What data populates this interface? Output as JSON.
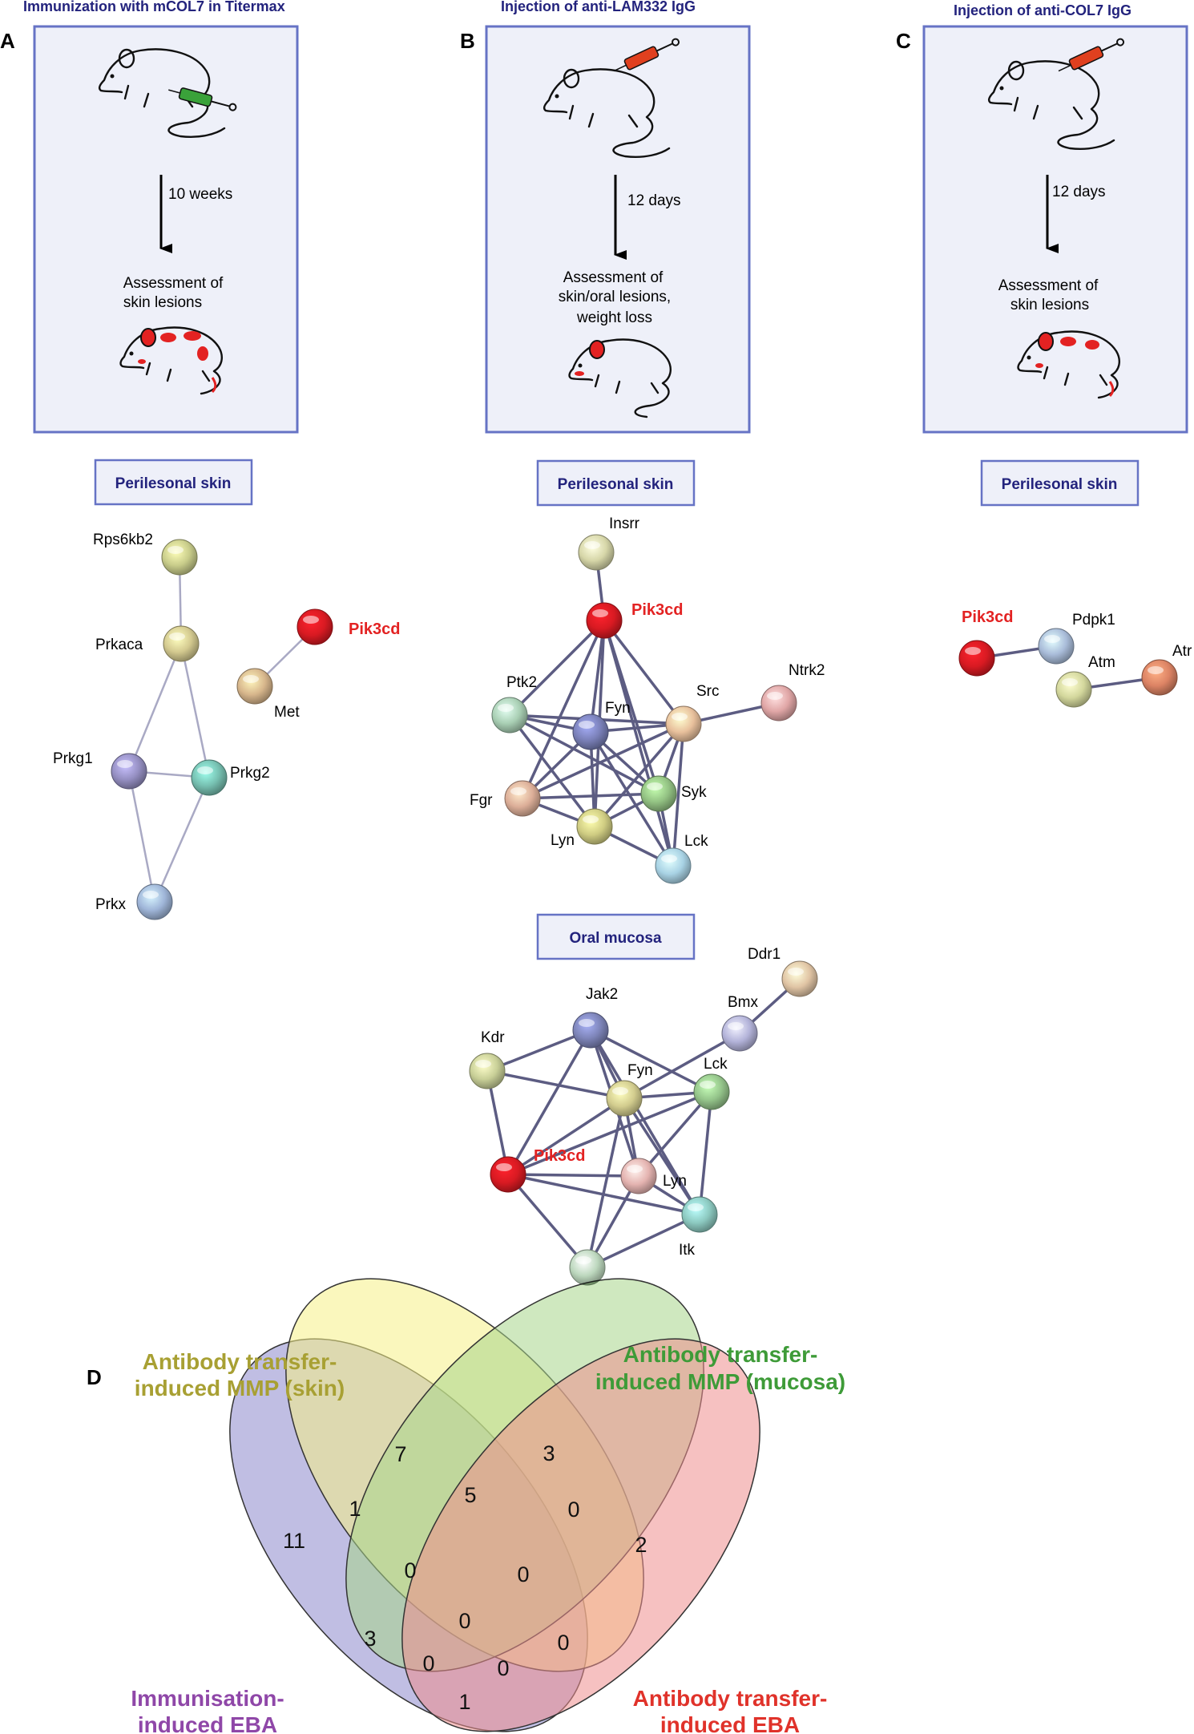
{
  "panels": [
    {
      "letter": "A",
      "title": "Immunization with mCOL7 in Titermax",
      "duration": "10 weeks",
      "assessment": [
        "Assessment of",
        "skin lesions"
      ],
      "tissue": "Perilesonal skin",
      "syringe_color": "#3aa23a"
    },
    {
      "letter": "B",
      "title": "Injection of anti-LAM332 IgG",
      "duration": "12 days",
      "assessment": [
        "Assessment of",
        "skin/oral lesions,",
        "weight loss"
      ],
      "tissue": "Perilesonal skin",
      "tissue2": "Oral mucosa",
      "syringe_color": "#e0401f"
    },
    {
      "letter": "C",
      "title": "Injection of anti-COL7 IgG",
      "duration": "12 days",
      "assessment": [
        "Assessment of",
        "skin lesions"
      ],
      "tissue": "Perilesonal skin",
      "syringe_color": "#e0401f"
    }
  ],
  "networks": {
    "A": {
      "nodes": [
        {
          "id": "Rps6kb2",
          "label": "Rps6kb2",
          "color": "#c8cc8a"
        },
        {
          "id": "Prkaca",
          "label": "Prkaca",
          "color": "#d3c98f"
        },
        {
          "id": "Pik3cd",
          "label": "Pik3cd",
          "color": "#d81a22",
          "highlight": true
        },
        {
          "id": "Met",
          "label": "Met",
          "color": "#d7b68c"
        },
        {
          "id": "Prkg1",
          "label": "Prkg1",
          "color": "#958fc2"
        },
        {
          "id": "Prkg2",
          "label": "Prkg2",
          "color": "#76bfb0"
        },
        {
          "id": "Prkx",
          "label": "Prkx",
          "color": "#9fb5d8"
        }
      ],
      "edges": [
        [
          "Rps6kb2",
          "Prkaca"
        ],
        [
          "Pik3cd",
          "Met"
        ],
        [
          "Prkaca",
          "Prkg1"
        ],
        [
          "Prkaca",
          "Prkg2"
        ],
        [
          "Prkg1",
          "Prkg2"
        ],
        [
          "Prkg1",
          "Prkx"
        ],
        [
          "Prkg2",
          "Prkx"
        ]
      ]
    },
    "B1": {
      "nodes": [
        {
          "id": "Insrr",
          "label": "Insrr",
          "color": "#d6d6a8"
        },
        {
          "id": "Pik3cd",
          "label": "Pik3cd",
          "color": "#d81a22",
          "highlight": true
        },
        {
          "id": "Ptk2",
          "label": "Ptk2",
          "color": "#a9cfb4"
        },
        {
          "id": "Fyn",
          "label": "Fyn",
          "color": "#7a80b8"
        },
        {
          "id": "Src",
          "label": "Src",
          "color": "#e8c09c"
        },
        {
          "id": "Ntrk2",
          "label": "Ntrk2",
          "color": "#e0a6a6"
        },
        {
          "id": "Fgr",
          "label": "Fgr",
          "color": "#dcae98"
        },
        {
          "id": "Syk",
          "label": "Syk",
          "color": "#93c283"
        },
        {
          "id": "Lyn",
          "label": "Lyn",
          "color": "#cfcc82"
        },
        {
          "id": "Lck",
          "label": "Lck",
          "color": "#a8d2e4"
        }
      ],
      "edges": [
        [
          "Insrr",
          "Pik3cd"
        ],
        [
          "Pik3cd",
          "Ptk2"
        ],
        [
          "Pik3cd",
          "Fyn"
        ],
        [
          "Pik3cd",
          "Src"
        ],
        [
          "Pik3cd",
          "Fgr"
        ],
        [
          "Pik3cd",
          "Syk"
        ],
        [
          "Pik3cd",
          "Lyn"
        ],
        [
          "Pik3cd",
          "Lck"
        ],
        [
          "Src",
          "Ntrk2"
        ],
        [
          "Ptk2",
          "Fyn"
        ],
        [
          "Ptk2",
          "Src"
        ],
        [
          "Ptk2",
          "Syk"
        ],
        [
          "Ptk2",
          "Lyn"
        ],
        [
          "Fyn",
          "Src"
        ],
        [
          "Fyn",
          "Fgr"
        ],
        [
          "Fyn",
          "Syk"
        ],
        [
          "Fyn",
          "Lyn"
        ],
        [
          "Fyn",
          "Lck"
        ],
        [
          "Src",
          "Fgr"
        ],
        [
          "Src",
          "Syk"
        ],
        [
          "Src",
          "Lyn"
        ],
        [
          "Src",
          "Lck"
        ],
        [
          "Fgr",
          "Syk"
        ],
        [
          "Fgr",
          "Lyn"
        ],
        [
          "Syk",
          "Lyn"
        ],
        [
          "Syk",
          "Lck"
        ],
        [
          "Lyn",
          "Lck"
        ]
      ]
    },
    "B2": {
      "nodes": [
        {
          "id": "Ddr1",
          "label": "Ddr1",
          "color": "#e0c4a4"
        },
        {
          "id": "Bmx",
          "label": "Bmx",
          "color": "#b3b3d9"
        },
        {
          "id": "Jak2",
          "label": "Jak2",
          "color": "#7d84b8"
        },
        {
          "id": "Kdr",
          "label": "Kdr",
          "color": "#c8cf97"
        },
        {
          "id": "Fyn",
          "label": "Fyn",
          "color": "#d2cc8e"
        },
        {
          "id": "Lck",
          "label": "Lck",
          "color": "#94c48a"
        },
        {
          "id": "Pik3cd",
          "label": "Pik3cd",
          "color": "#d81a22",
          "highlight": true
        },
        {
          "id": "Lyn",
          "label": "Lyn",
          "color": "#e4b3b0"
        },
        {
          "id": "Itk",
          "label": "Itk",
          "color": "#8cc9c0"
        },
        {
          "id": "n10",
          "label": "",
          "color": "#bcd7bd"
        }
      ],
      "edges": [
        [
          "Ddr1",
          "Bmx"
        ],
        [
          "Bmx",
          "Fyn"
        ],
        [
          "Jak2",
          "Kdr"
        ],
        [
          "Jak2",
          "Fyn"
        ],
        [
          "Jak2",
          "Lck"
        ],
        [
          "Jak2",
          "Pik3cd"
        ],
        [
          "Jak2",
          "Itk"
        ],
        [
          "Jak2",
          "Lyn"
        ],
        [
          "Kdr",
          "Fyn"
        ],
        [
          "Kdr",
          "Pik3cd"
        ],
        [
          "Fyn",
          "Lck"
        ],
        [
          "Fyn",
          "Pik3cd"
        ],
        [
          "Fyn",
          "Lyn"
        ],
        [
          "Fyn",
          "Itk"
        ],
        [
          "Fyn",
          "n10"
        ],
        [
          "Lck",
          "Lyn"
        ],
        [
          "Lck",
          "Itk"
        ],
        [
          "Lck",
          "Pik3cd"
        ],
        [
          "Pik3cd",
          "Lyn"
        ],
        [
          "Pik3cd",
          "Itk"
        ],
        [
          "Pik3cd",
          "n10"
        ],
        [
          "Lyn",
          "Itk"
        ],
        [
          "Lyn",
          "n10"
        ],
        [
          "Itk",
          "n10"
        ]
      ]
    },
    "C": {
      "nodes": [
        {
          "id": "Pik3cd",
          "label": "Pik3cd",
          "color": "#d81a22",
          "highlight": true
        },
        {
          "id": "Pdpk1",
          "label": "Pdpk1",
          "color": "#a9bcd9"
        },
        {
          "id": "Atm",
          "label": "Atm",
          "color": "#d3d79c"
        },
        {
          "id": "Atr",
          "label": "Atr",
          "color": "#dc8364"
        }
      ],
      "edges": [
        [
          "Pik3cd",
          "Pdpk1"
        ],
        [
          "Atm",
          "Atr"
        ]
      ]
    }
  },
  "venn": {
    "letter": "D",
    "sets": [
      {
        "name": [
          "Antibody transfer-",
          "induced MMP (skin)"
        ],
        "color": "#f6f086",
        "label_color": "#a8a033"
      },
      {
        "name": [
          "Antibody transfer-",
          "induced MMP (mucosa)"
        ],
        "color": "#a8d58a",
        "label_color": "#3e9b38"
      },
      {
        "name": [
          "Immunisation-",
          "induced EBA"
        ],
        "color": "#8c88cc",
        "label_color": "#8f47a8"
      },
      {
        "name": [
          "Antibody transfer-",
          "induced EBA"
        ],
        "color": "#ef8e8e",
        "label_color": "#e0322a"
      }
    ],
    "counts": [
      "7",
      "3",
      "11",
      "2",
      "1",
      "5",
      "0",
      "0",
      "0",
      "0",
      "3",
      "0",
      "0",
      "0",
      "1"
    ]
  }
}
